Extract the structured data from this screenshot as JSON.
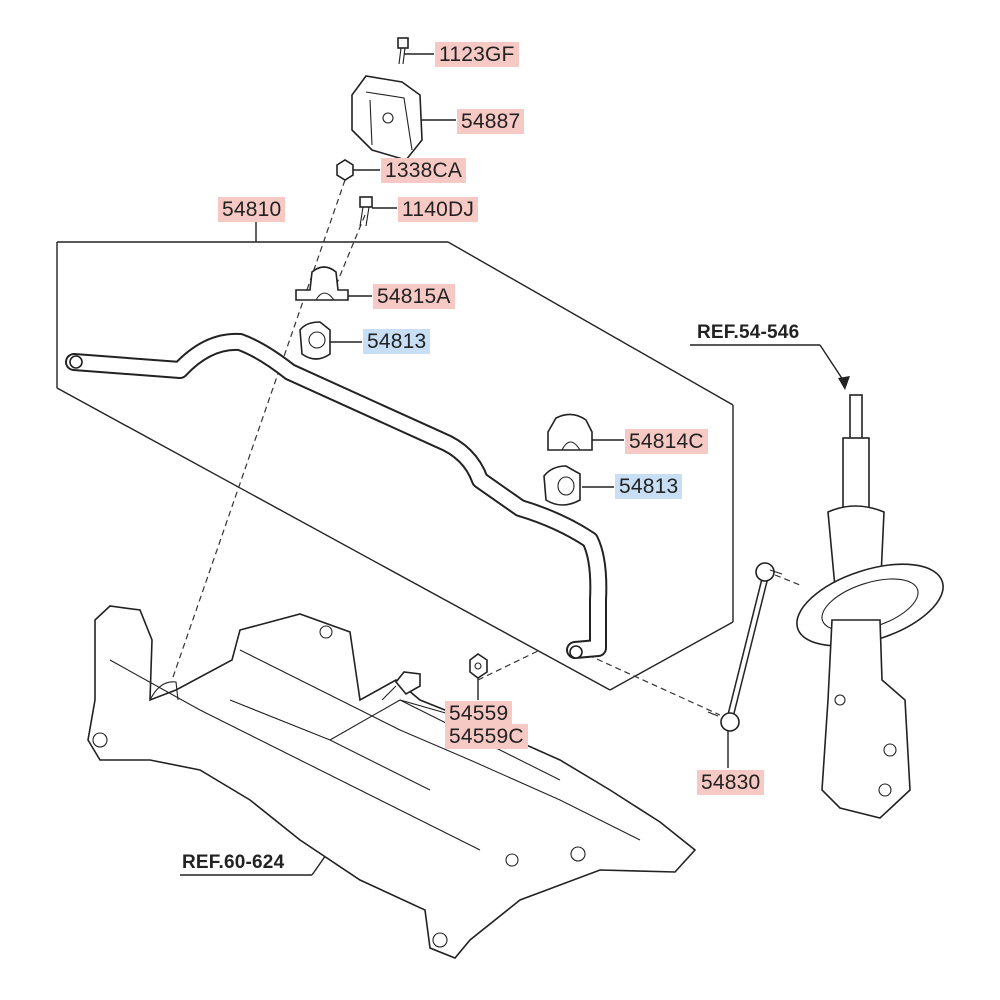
{
  "labels": {
    "p1123GF": "1123GF",
    "p54887": "54887",
    "p1338CA": "1338CA",
    "p1140DJ": "1140DJ",
    "p54810": "54810",
    "p54815A": "54815A",
    "p54813_upper": "54813",
    "p54814C": "54814C",
    "p54813_lower": "54813",
    "p54559": "54559",
    "p54559C": "54559C",
    "p54830": "54830"
  },
  "references": {
    "strut": "REF.54-546",
    "subframe": "REF.60-624"
  },
  "colors": {
    "label_red": "#f6c9c4",
    "label_blue": "#c7def4",
    "line": "#222222"
  }
}
